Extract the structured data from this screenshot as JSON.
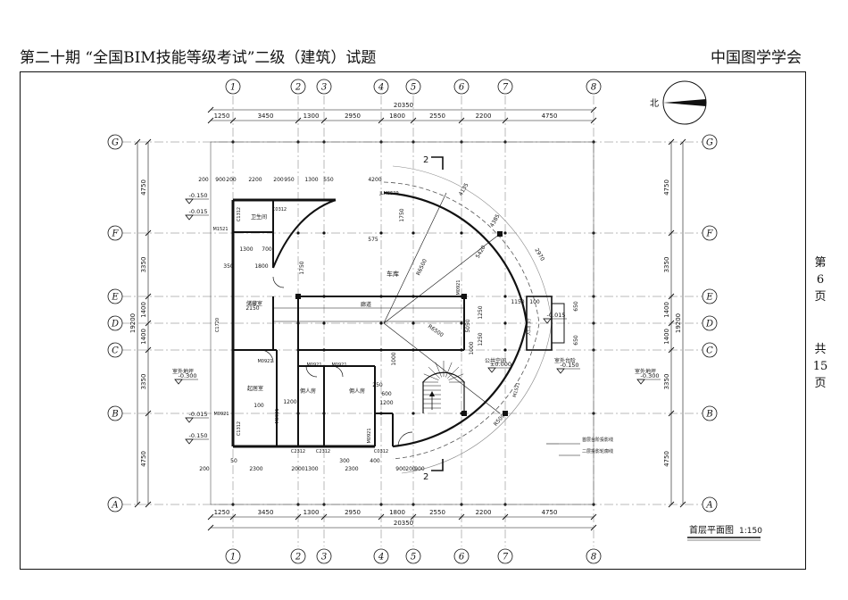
{
  "header": {
    "title": "第二十期 “全国BIM技能等级考试”二级（建筑）试题",
    "org": "中国图学学会"
  },
  "side": {
    "page_prefix": "第",
    "page_num": "6",
    "page_unit": "页",
    "total_prefix": "共",
    "total_num": "15",
    "total_unit": "页"
  },
  "north_label": "北",
  "drawing_title": "首层平面图",
  "drawing_scale": "1:150",
  "axes_vertical": [
    "1",
    "2",
    "3",
    "4",
    "5",
    "6",
    "7",
    "8"
  ],
  "axes_horizontal": [
    "G",
    "F",
    "E",
    "D",
    "C",
    "B",
    "A"
  ],
  "dims_top_spans": [
    "1250",
    "3450",
    "1300",
    "2950",
    "1800",
    "2550",
    "2200",
    "4750"
  ],
  "dims_top_total": "20350",
  "dims_bottom_spans": [
    "1250",
    "3450",
    "1300",
    "2950",
    "1800",
    "2550",
    "2200",
    "4750"
  ],
  "dims_bottom_total": "20350",
  "dims_right_spans": [
    "4750",
    "3350",
    "1400",
    "1400",
    "3350",
    "4750"
  ],
  "dims_right_total": "19200",
  "dims_left_spans": [
    "4750",
    "3350",
    "1400",
    "1400",
    "3350",
    "4750"
  ],
  "dims_left_total": "19200",
  "room_labels": {
    "garage": "车库",
    "bath": "卫生间",
    "corridor": "廊道",
    "storage": "储藏室",
    "living": "起居室",
    "bedroom1": "佣人房",
    "bedroom2": "佣人房",
    "public": "公共空间",
    "entry": "入口门厅"
  },
  "level_labels": {
    "lvl1": "-0.150",
    "lvl2": "-0.015",
    "lvl3": "±0.000",
    "lvl4": "-0.015",
    "lvl5": "-0.150",
    "lvl6": "-0.300",
    "lvl7": "-0.300",
    "lvl8": "-0.015",
    "lvl9": "-0.150"
  },
  "outdoor_left": "室外地坪",
  "outdoor_right": "室外地坪",
  "outdoor_step": "室外台阶",
  "door_labels": [
    "M0921",
    "M0921",
    "M0921",
    "M0921",
    "M1521",
    "M0921",
    "JLM6529",
    "M0921",
    "M0921",
    "M1521"
  ],
  "window_labels": [
    "C1312",
    "C0312",
    "C2312",
    "C0312",
    "C2312",
    "C1312",
    "C1720"
  ],
  "section_mark": "2",
  "section_mark_bottom": "2",
  "radius_labels": [
    "R6500",
    "R6500",
    "R5000"
  ],
  "notes": [
    "首层台阶投影线",
    "二层投影轮廓线"
  ],
  "inner_dims": [
    "200",
    "900",
    "200",
    "2200",
    "200",
    "950",
    "1300",
    "550",
    "4200",
    "1300",
    "700",
    "1800",
    "350",
    "2150",
    "2300",
    "2000",
    "1300",
    "2300",
    "1200",
    "250",
    "600",
    "1200",
    "1150",
    "100",
    "200",
    "900",
    "4135",
    "2970",
    "5050",
    "1750",
    "575",
    "4385",
    "5420",
    "1000",
    "1250",
    "1250",
    "650",
    "650",
    "300",
    "50",
    "400",
    "200",
    "900",
    "100",
    "1000",
    "1750"
  ]
}
